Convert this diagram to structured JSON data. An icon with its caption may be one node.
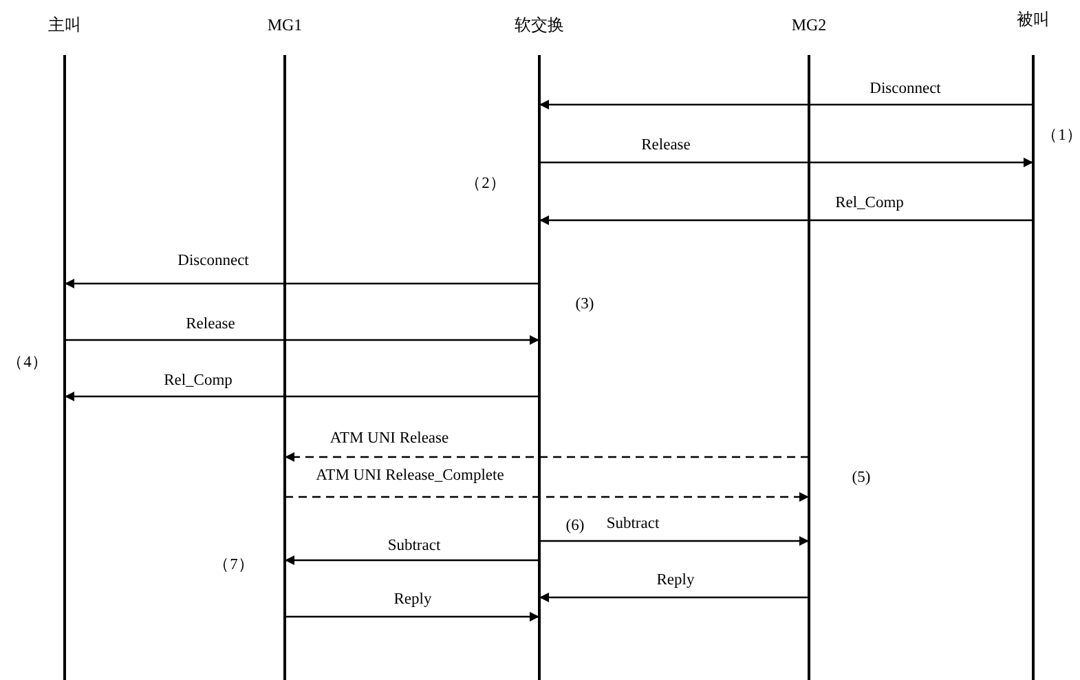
{
  "diagram": {
    "nodes": [
      {
        "text": [
          "主叫"
        ]
      },
      {
        "text": [
          "MG1"
        ]
      },
      {
        "text": [
          "软交换"
        ]
      },
      {
        "text": [
          "MG2"
        ]
      },
      {
        "text": [
          "被叫"
        ]
      }
    ],
    "edges": [
      {
        "from": 4,
        "to": 2,
        "arrow": "to",
        "label": "Disconnect"
      },
      {
        "from": 2,
        "to": 4,
        "arrow": "to",
        "label": "Release"
      },
      {
        "from": 4,
        "to": 2,
        "arrow": "to",
        "label": "Rel_Comp"
      },
      {
        "from": 2,
        "to": 0,
        "arrow": "to",
        "label": "Disconnect"
      },
      {
        "from": 0,
        "to": 2,
        "arrow": "to",
        "label": "Release"
      },
      {
        "from": 2,
        "to": 0,
        "arrow": "to",
        "label": "Rel_Comp"
      },
      {
        "from": 3,
        "to": 1,
        "arrow": "to",
        "label": "ATM UNI Release",
        "style": "dashed"
      },
      {
        "from": 1,
        "to": 3,
        "arrow": "to",
        "label": "ATM UNI Release_Complete",
        "style": "dashed"
      },
      {
        "from": 2,
        "to": 3,
        "arrow": "to",
        "label": "Subtract"
      },
      {
        "from": 2,
        "to": 1,
        "arrow": "to",
        "label": "Subtract"
      },
      {
        "from": 3,
        "to": 2,
        "arrow": "to",
        "label": "Reply"
      },
      {
        "from": 1,
        "to": 2,
        "arrow": "to",
        "label": "Reply"
      }
    ],
    "labels": [
      "（1）",
      "（2）",
      "(3)",
      "（4）",
      "(5)",
      "(6)",
      "（7）"
    ]
  }
}
